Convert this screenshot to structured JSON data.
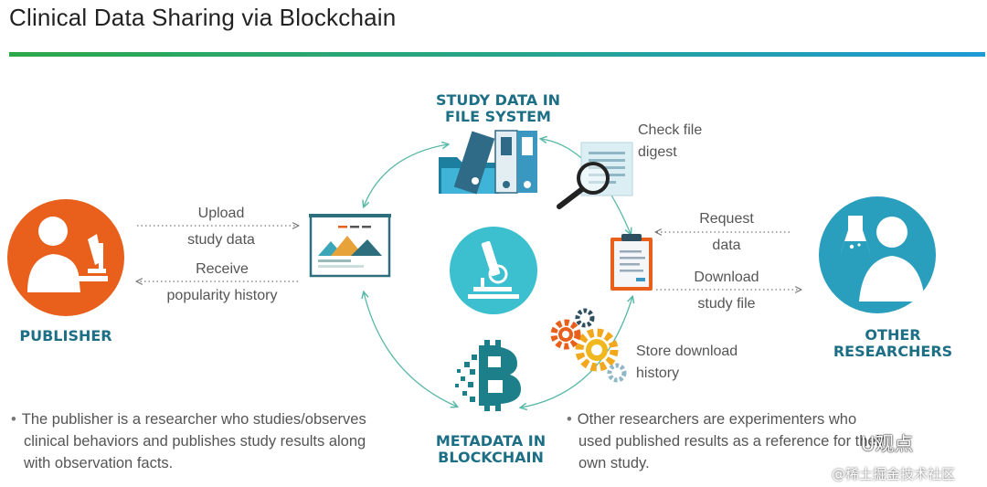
{
  "title": "Clinical Data Sharing via Blockchain",
  "colors": {
    "publisher": "#e8601c",
    "researchers": "#2a9fbd",
    "microscope": "#3cbfce",
    "label": "#1d6f86",
    "connector": "#58b8a8"
  },
  "nodes": {
    "publisher": {
      "label_line1": "PUBLISHER",
      "icon": "researcher-microscope-icon"
    },
    "researchers": {
      "label_line1": "OTHER",
      "label_line2": "RESEARCHERS",
      "icon": "researcher-flask-icon"
    },
    "file_system": {
      "label_line1": "STUDY DATA IN",
      "label_line2": "FILE SYSTEM",
      "icon": "binder-folder-icon"
    },
    "blockchain": {
      "label_line1": "METADATA IN",
      "label_line2": "BLOCKCHAIN",
      "icon": "bitcoin-icon"
    }
  },
  "edges": {
    "upload": {
      "line1": "Upload",
      "line2": "study data"
    },
    "receive": {
      "line1": "Receive",
      "line2": "popularity history"
    },
    "check": {
      "line1": "Check file",
      "line2": "digest"
    },
    "request": {
      "line1": "Request",
      "line2": "data"
    },
    "download": {
      "line1": "Download",
      "line2": "study file"
    },
    "store": {
      "line1": "Store download",
      "line2": "history"
    }
  },
  "descriptions": {
    "publisher": [
      "The publisher is a researcher who studies/observes",
      "clinical behaviors and publishes study results along",
      "with observation facts."
    ],
    "researchers": [
      "Other researchers are experimenters who",
      "used published results as a reference for their",
      "own study."
    ]
  },
  "watermark": {
    "line1": "U观点",
    "line2": "@稀土掘金技术社区"
  }
}
